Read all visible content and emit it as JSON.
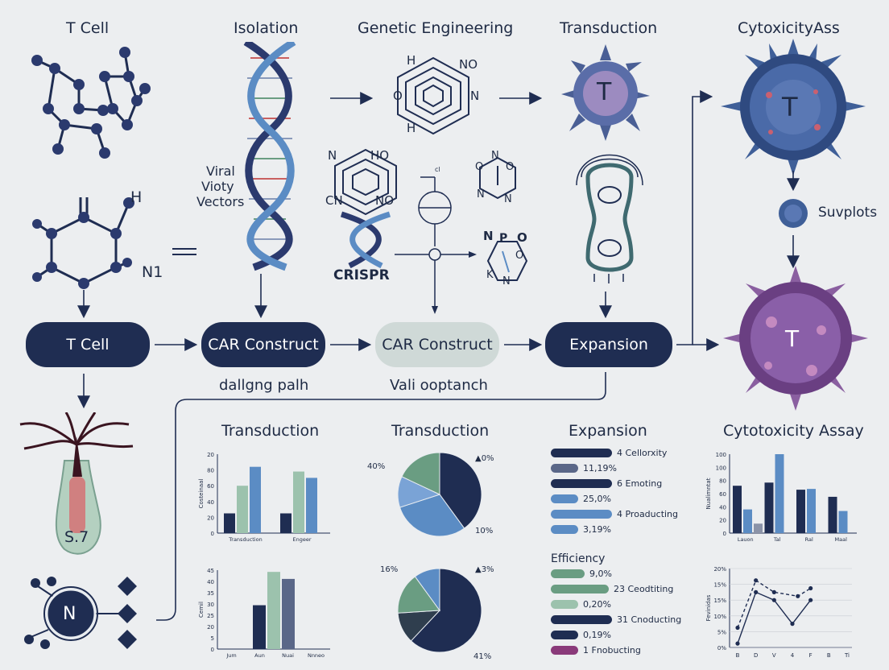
{
  "headers": {
    "t_cell": "T Cell",
    "isolation": "Isolation",
    "genetic_engineering": "Genetic Engineering",
    "transduction": "Transduction",
    "cytotoxicity": "CytoxicityAss"
  },
  "labels": {
    "viral_vectors": [
      "Viral",
      "Vioty",
      "Vectors"
    ],
    "crispr": "CRISPR",
    "n1": "N1",
    "h": "H",
    "s7": "S.7",
    "n_node": "N",
    "suvplots": "Suvplots",
    "t_letter": "T",
    "dallging": "dallgng palh",
    "vali": "Vali ooptanch",
    "hex1_atoms": [
      "H",
      "NO",
      "O",
      "N",
      "H"
    ],
    "hex2_atoms": [
      "HO",
      "N",
      "CN",
      "NO"
    ],
    "small_ring_atoms": [
      "N",
      "O",
      "O",
      "N",
      "N"
    ],
    "npo_atoms": [
      "N",
      "P",
      "O",
      "O",
      "K",
      "N"
    ],
    "cl_label": "cl"
  },
  "flow": {
    "nodes": [
      {
        "label": "T Cell",
        "style": "dark"
      },
      {
        "label": "CAR Construct",
        "style": "dark"
      },
      {
        "label": "CAR Construct",
        "style": "light"
      },
      {
        "label": "Expansion",
        "style": "dark"
      }
    ]
  },
  "colors": {
    "navy": "#1f2d52",
    "slate": "#5a6788",
    "blue": "#5b8cc4",
    "sage": "#9cc2ad",
    "green": "#6a9d82",
    "magenta": "#8a3a7a",
    "purple_cell": "#8a6aa8",
    "blue_cell": "#3f5f98"
  },
  "chart_data": [
    {
      "type": "bar",
      "title": "Transduction",
      "ylabel": "Costeinaal",
      "ylim": [
        0,
        100
      ],
      "yticks": [
        "0",
        "20",
        "40",
        "60",
        "80",
        "20"
      ],
      "categories": [
        "Transduction",
        "Engeer"
      ],
      "series": [
        {
          "values": [
            25,
            25
          ],
          "color": "#1f2d52"
        },
        {
          "values": [
            60,
            78
          ],
          "color": "#9cc2ad"
        },
        {
          "values": [
            84,
            70
          ],
          "color": "#5b8cc4"
        }
      ]
    },
    {
      "type": "bar",
      "ylabel": "Cemil",
      "ylim": [
        0,
        45
      ],
      "yticks": [
        "0",
        "5",
        "20",
        "25",
        "30",
        "35",
        "40",
        "45"
      ],
      "categories": [
        "Jum",
        "Aun",
        "Nuai",
        "Nnneo"
      ],
      "series": [
        {
          "values": [
            25
          ],
          "color": "#1f2d52"
        },
        {
          "values": [
            44
          ],
          "color": "#9cc2ad"
        },
        {
          "values": [
            40
          ],
          "color": "#5a6788"
        }
      ]
    },
    {
      "type": "pie",
      "title": "Transduction",
      "labels": [
        "40%",
        "▲0%",
        "10%"
      ],
      "slices": [
        {
          "value": 40,
          "color": "#1f2d52"
        },
        {
          "value": 30,
          "color": "#5b8cc4"
        },
        {
          "value": 12,
          "color": "#7aa3d6"
        },
        {
          "value": 18,
          "color": "#6a9d82"
        }
      ]
    },
    {
      "type": "pie",
      "labels": [
        "16%",
        "▲3%",
        "41%"
      ],
      "slices": [
        {
          "value": 62,
          "color": "#1f2d52"
        },
        {
          "value": 12,
          "color": "#2f3e4e"
        },
        {
          "value": 16,
          "color": "#6a9d82"
        },
        {
          "value": 10,
          "color": "#5b8cc4"
        }
      ]
    },
    {
      "type": "bar",
      "title": "Expansion",
      "orientation": "horizontal",
      "rows": [
        {
          "label": "4 Cellorxity",
          "value": 1.0,
          "color": "#1f2d52"
        },
        {
          "label": "11,19%",
          "value": 0.45,
          "color": "#5a6788"
        },
        {
          "label": "6 Emoting",
          "value": 1.0,
          "color": "#1f2d52"
        },
        {
          "label": "25,0%",
          "value": 0.45,
          "color": "#5b8cc4"
        },
        {
          "label": "4 Proaducting",
          "value": 1.0,
          "color": "#5b8cc4"
        },
        {
          "label": "3,19%",
          "value": 0.45,
          "color": "#5b8cc4"
        }
      ]
    },
    {
      "type": "bar",
      "title": "Efficiency",
      "orientation": "horizontal",
      "rows": [
        {
          "label": "9,0%",
          "value": 0.55,
          "color": "#6a9d82"
        },
        {
          "label": "23 Ceodtiting",
          "value": 0.95,
          "color": "#6a9d82"
        },
        {
          "label": "0,20%",
          "value": 0.45,
          "color": "#9cc2ad"
        },
        {
          "label": "31 Cnoducting",
          "value": 1.0,
          "color": "#1f2d52"
        },
        {
          "label": "0,19%",
          "value": 0.45,
          "color": "#1f2d52"
        },
        {
          "label": "1 Fnobucting",
          "value": 0.45,
          "color": "#8a3a7a"
        }
      ]
    },
    {
      "type": "bar",
      "title": "Cytotoxicity Assay",
      "ylabel": "Nualimntat",
      "ylim": [
        0,
        100
      ],
      "yticks": [
        "0",
        "20",
        "40",
        "60",
        "80",
        "100",
        "100"
      ],
      "categories": [
        "Lauon",
        "Tal",
        "Ral",
        "Maal"
      ],
      "series": [
        {
          "values": [
            60,
            64,
            55,
            46
          ],
          "color": "#1f2d52"
        },
        {
          "values": [
            30,
            100,
            56,
            28
          ],
          "color": "#5b8cc4"
        },
        {
          "values": [
            12,
            0,
            0,
            0
          ],
          "color": "#8b93a8"
        }
      ]
    },
    {
      "type": "line",
      "ylabel": "Fevinidas",
      "ylim": [
        0,
        20
      ],
      "yticks": [
        "0%",
        "5%",
        "10%",
        "15%",
        "15%",
        "20%"
      ],
      "x": [
        "B",
        "D",
        "V",
        "4",
        "F",
        "B",
        "Ti"
      ],
      "series": [
        {
          "values": [
            1,
            14,
            12,
            6,
            12
          ],
          "color": "#1f2d52",
          "style": "solid",
          "xs": [
            0,
            1,
            2,
            3,
            4
          ]
        },
        {
          "values": [
            5,
            17,
            14,
            13,
            15
          ],
          "color": "#1f2d52",
          "style": "dashed",
          "xs": [
            0,
            1,
            2,
            3.3,
            4
          ]
        }
      ]
    }
  ]
}
